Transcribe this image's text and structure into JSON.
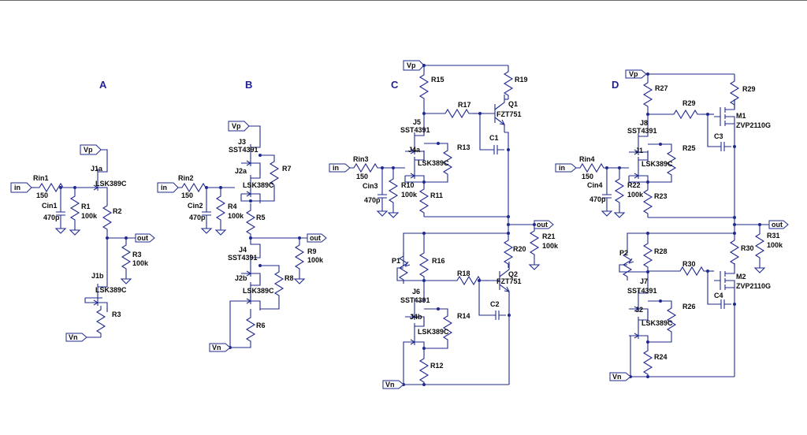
{
  "titles": {
    "a": "A",
    "b": "B",
    "c": "C",
    "d": "D"
  },
  "ports": {
    "in": "in",
    "out": "out",
    "vp": "Vp",
    "vn": "Vn"
  },
  "a": {
    "rin": "Rin1",
    "rin_val": "150",
    "cin": "Cin1",
    "cin_val": "470p",
    "r1": "R1",
    "r1_val": "100k",
    "r2": "R2",
    "r3": "R3",
    "r3_val": "100k",
    "j1a": "J1a",
    "j1a_part": "LSK389C",
    "j1b": "J1b",
    "j1b_part": "LSK389C",
    "rd": "R3"
  },
  "b": {
    "rin": "Rin2",
    "rin_val": "150",
    "cin": "Cin2",
    "cin_val": "470p",
    "r4": "R4",
    "r4_val": "100k",
    "r5": "R5",
    "r6": "R6",
    "r7": "R7",
    "r8": "R8",
    "r9": "R9",
    "r9_val": "100k",
    "j3": "J3",
    "j3_part": "SST4391",
    "j2a": "J2a",
    "j2a_part": "LSK389C",
    "j4": "J4",
    "j4_part": "SST4391",
    "j2b": "J2b",
    "j2b_part": "LSK389C"
  },
  "c": {
    "rin": "Rin3",
    "rin_val": "150",
    "cin": "Cin3",
    "cin_val": "470p",
    "r10": "R10",
    "r10_val": "100k",
    "r11": "R11",
    "r12": "R12",
    "r13": "R13",
    "r14": "R14",
    "r15": "R15",
    "r16": "R16",
    "r17": "R17",
    "r18": "R18",
    "r19": "R19",
    "r20": "R20",
    "r21": "R21",
    "r21_val": "100k",
    "j5": "J5",
    "j5_part": "SST4391",
    "j4a": "J4a",
    "j4a_part": "LSK389C",
    "j6": "J6",
    "j6_part": "SST4391",
    "j4b": "J4b",
    "j4b_part": "LSK389C",
    "q1": "Q1",
    "q1_part": "FZT751",
    "q2": "Q2",
    "q2_part": "FZT751",
    "c1": "C1",
    "c2": "C2",
    "p1": "P1"
  },
  "d": {
    "rin": "Rin4",
    "rin_val": "150",
    "cin": "Cin4",
    "cin_val": "470p",
    "r22": "R22",
    "r22_val": "100k",
    "r23": "R23",
    "r24": "R24",
    "r25": "R25",
    "r26": "R26",
    "r27": "R27",
    "r28": "R28",
    "r29a": "R29",
    "r29b": "R29",
    "r30a": "R30",
    "r30b": "R30",
    "r31": "R31",
    "r31_val": "100k",
    "j8": "J8",
    "j8_part": "SST4391",
    "j1": "J1",
    "j1_part": "LSK389C",
    "j7": "J7",
    "j7_part": "SST4391",
    "j2": "J2",
    "j2_part": "LSK389C",
    "m1": "M1",
    "m1_part": "ZVP2110G",
    "m2": "M2",
    "m2_part": "ZVP2110G",
    "c3": "C3",
    "c4": "C4",
    "p2": "P2"
  },
  "colors": {
    "wire": "#1f2a8f",
    "title": "#20209a",
    "text": "#0b0b0b"
  }
}
